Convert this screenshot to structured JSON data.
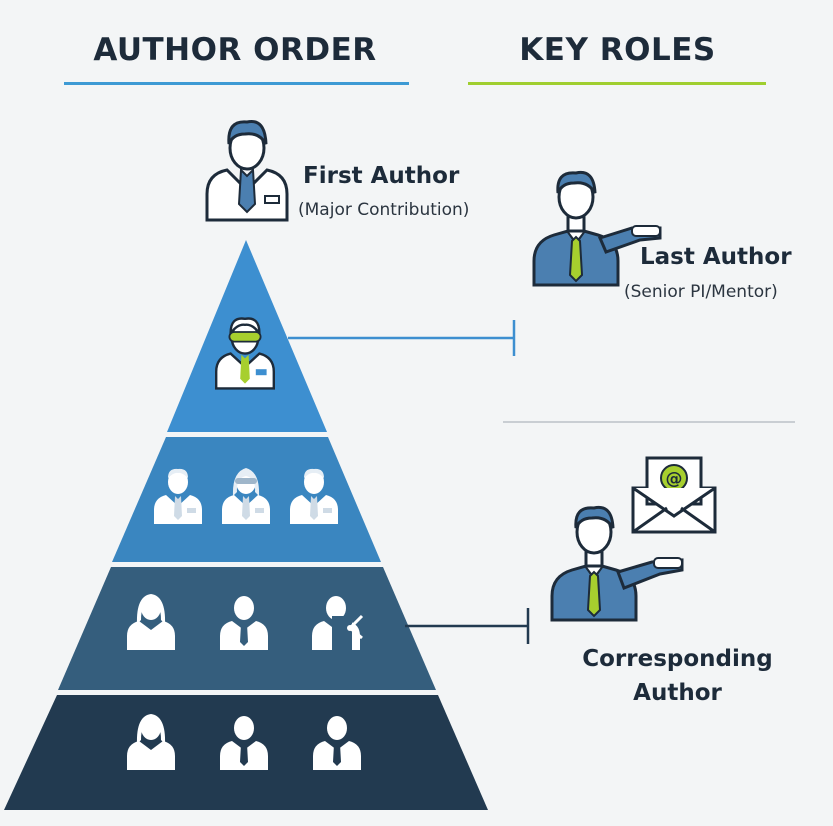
{
  "headers": {
    "author_order": "AUTHOR ORDER",
    "key_roles": "KEY ROLES"
  },
  "roles": {
    "first_author": {
      "title": "First Author",
      "subtitle": "(Major Contribution)"
    },
    "last_author": {
      "title": "Last Author",
      "subtitle": "(Senior PI/Mentor)"
    },
    "corresponding_author": {
      "title": "Corresponding Author"
    },
    "corresponding_icon": "envelope-at-icon"
  },
  "pyramid": {
    "tiers": [
      {
        "name": "tier-1",
        "people": [
          "scientist-goggles-icon"
        ],
        "color": "#3d8fd0"
      },
      {
        "name": "tier-2",
        "people": [
          "researcher-male-icon",
          "researcher-female-goggles-icon",
          "researcher-male-icon"
        ],
        "color": "#3a86c0"
      },
      {
        "name": "tier-3",
        "people": [
          "person-female-icon",
          "person-male-tie-icon",
          "person-male-share-icon"
        ],
        "color": "#355e7d"
      },
      {
        "name": "tier-4",
        "people": [
          "person-female-icon",
          "person-male-tie-icon",
          "person-male-tie-icon"
        ],
        "color": "#223a50"
      }
    ]
  },
  "colors": {
    "navy": "#1d2b3a",
    "accent_blue": "#3d9ad4",
    "accent_green": "#9fce2f",
    "suit_blue": "#4b7fb0"
  }
}
